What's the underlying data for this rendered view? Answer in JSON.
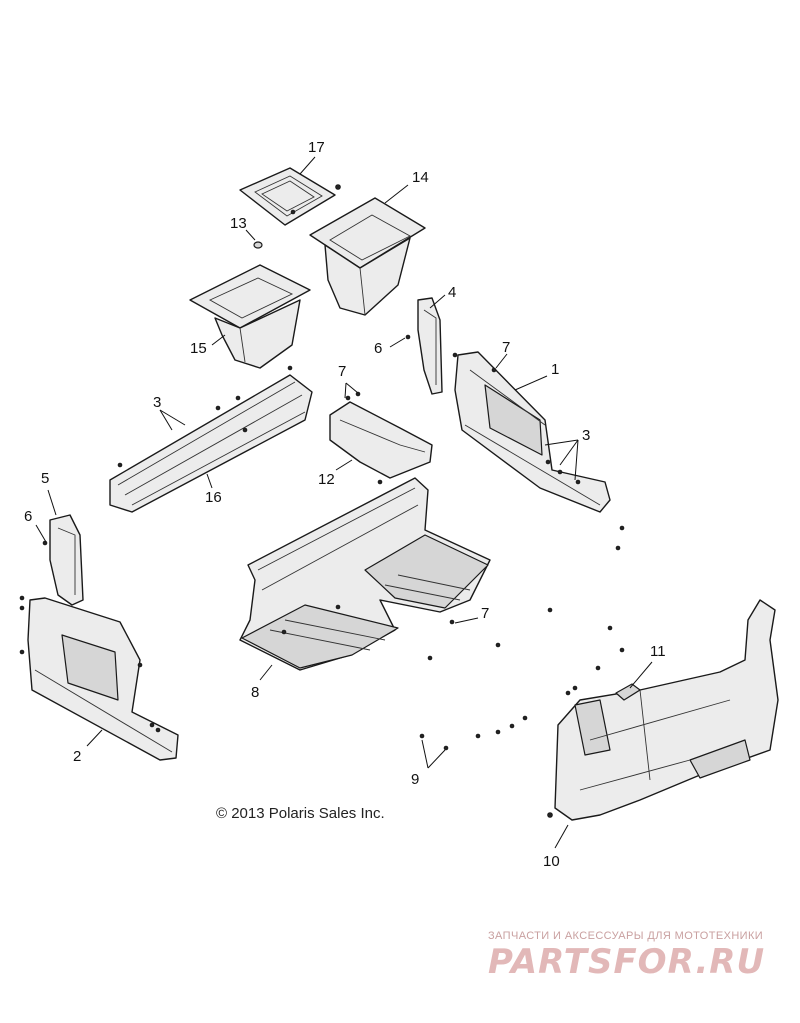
{
  "callouts": [
    "1",
    "2",
    "3",
    "3",
    "4",
    "5",
    "6",
    "6",
    "7",
    "7",
    "7",
    "8",
    "9",
    "10",
    "11",
    "12",
    "13",
    "14",
    "15",
    "16",
    "17"
  ],
  "copyright": "© 2013 Polaris Sales Inc.",
  "watermark": {
    "tagline": "ЗАПЧАСТИ И АКСЕССУАРЫ ДЛЯ МОТОТЕХНИКИ",
    "logo": "PARTSFOR.RU"
  }
}
